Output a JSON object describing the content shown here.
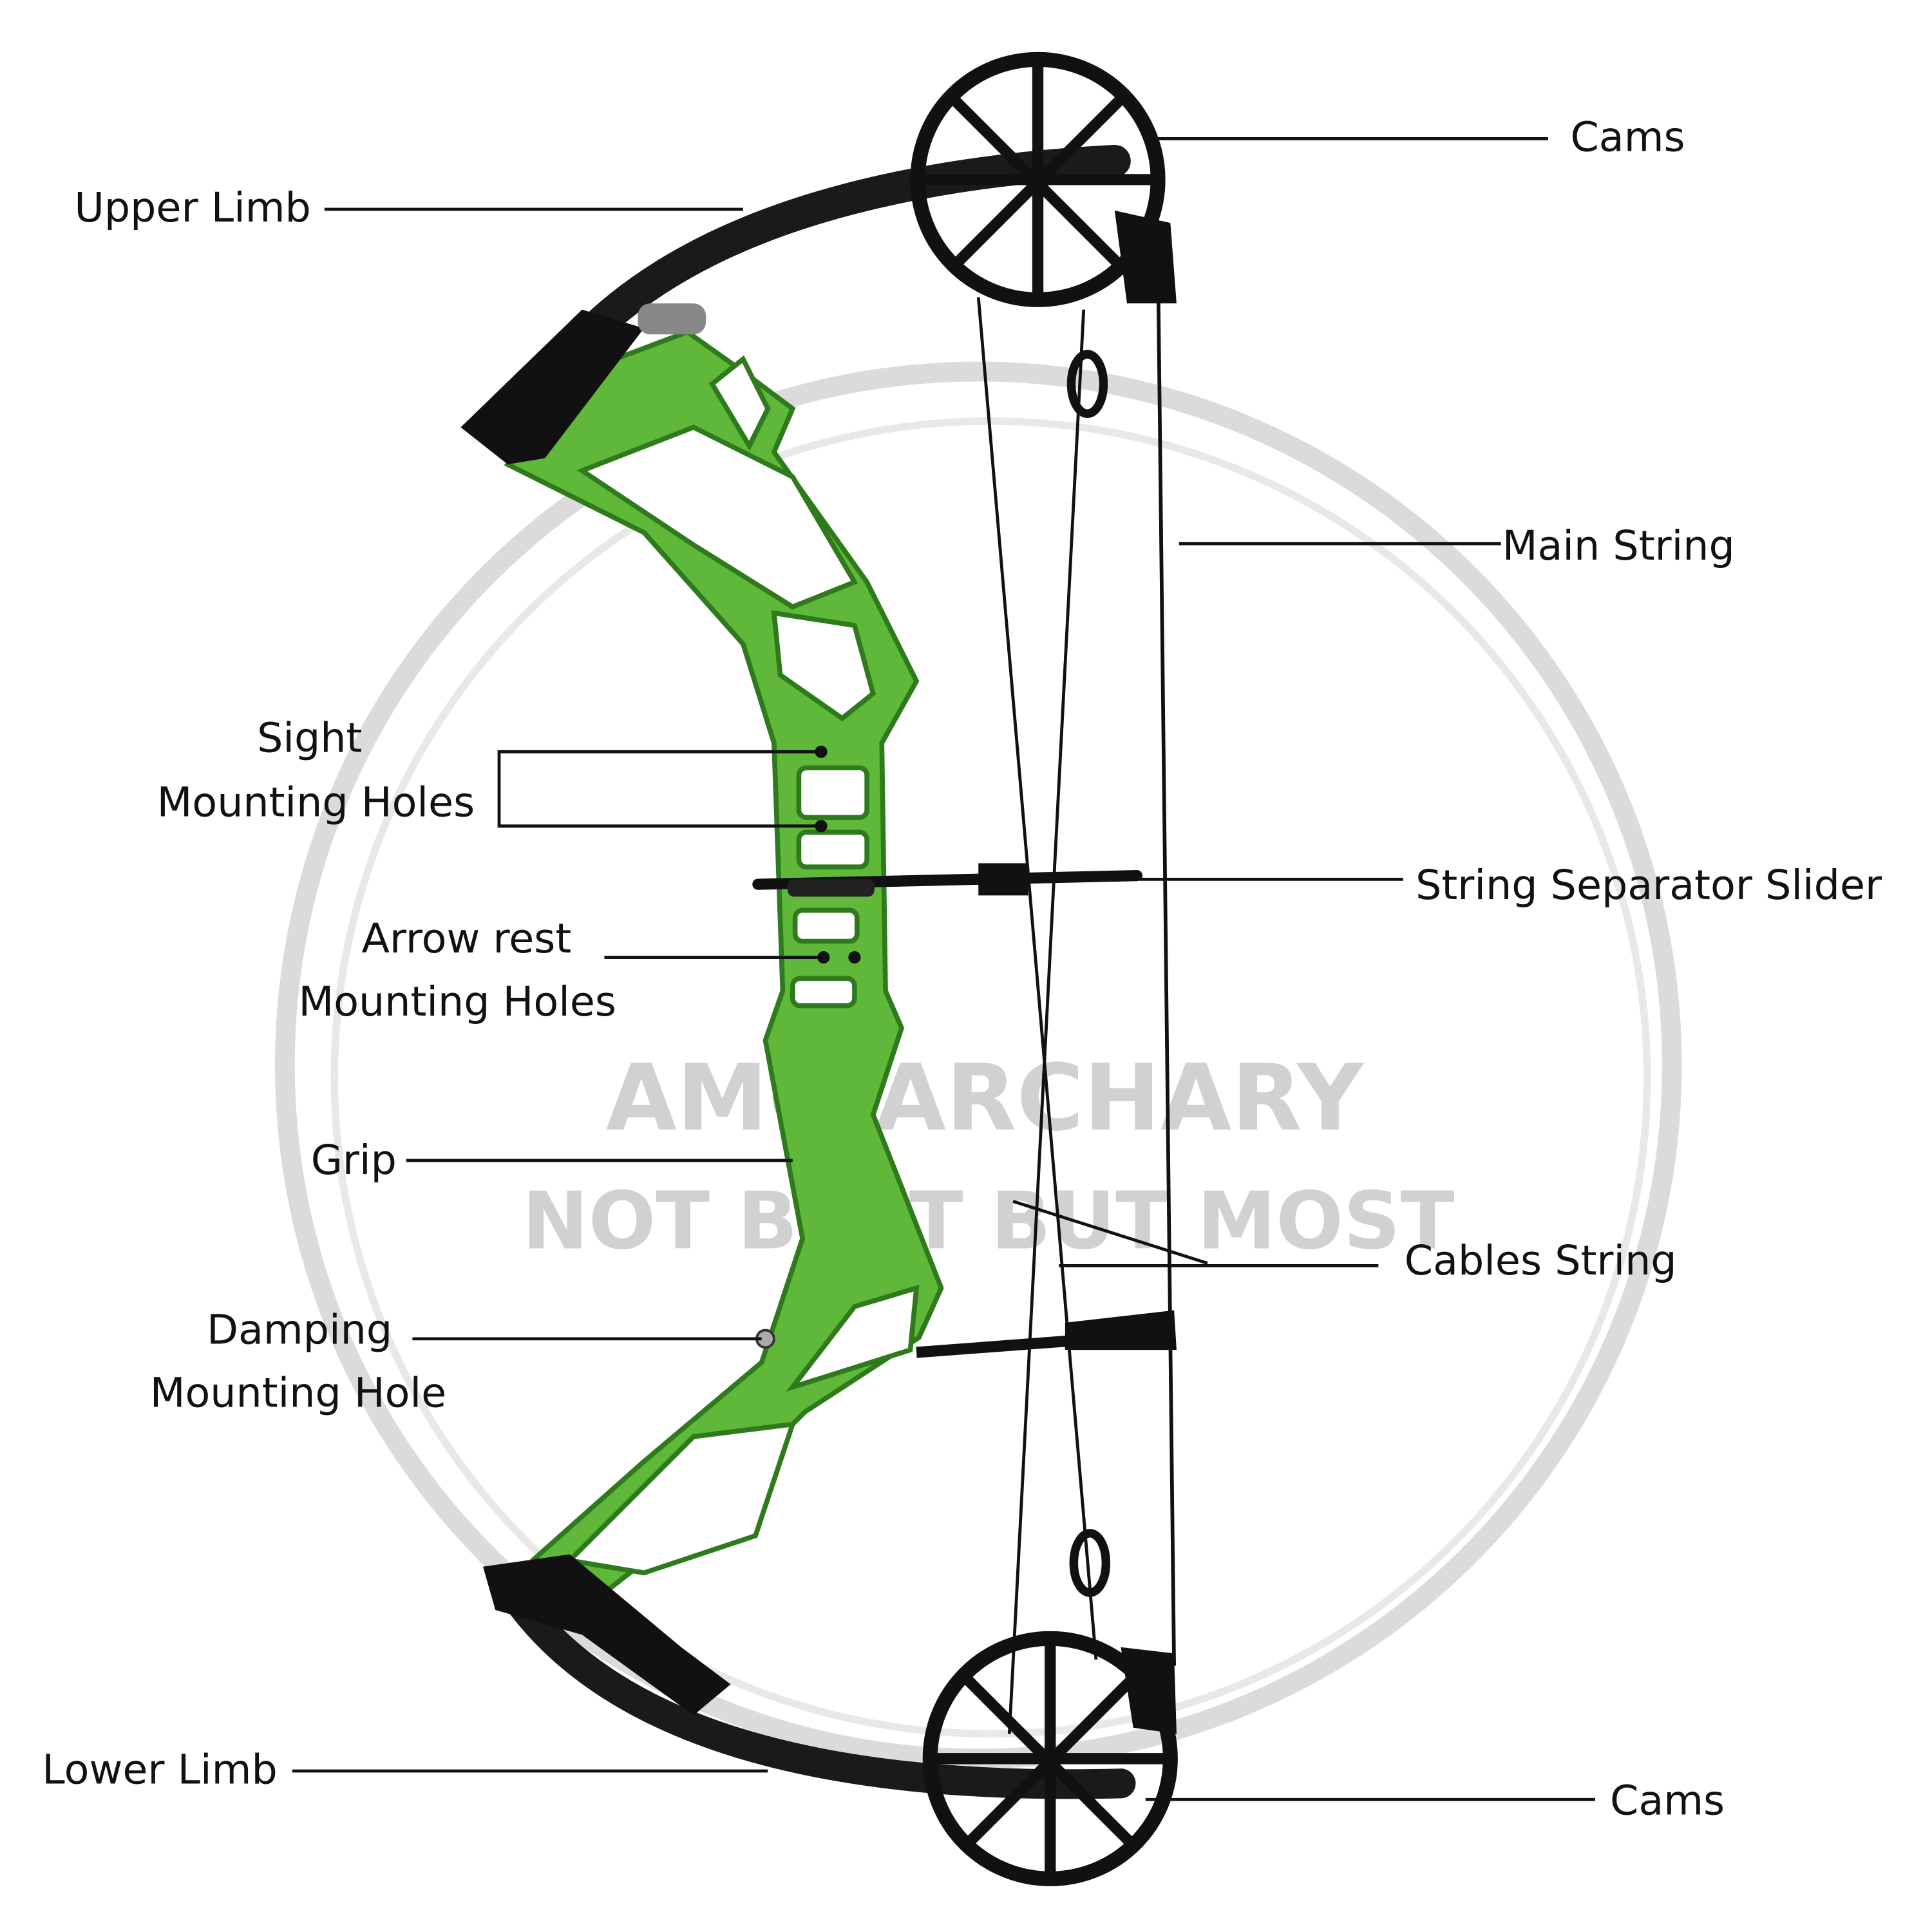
{
  "labels": {
    "cams_top": "Cams",
    "upper_limb": "Upper Limb",
    "main_string": "Main String",
    "sight_line1": "Sight",
    "sight_line2": "Mounting Holes",
    "string_separator": "String Separator Slider",
    "arrow_rest_line1": "Arrow rest",
    "arrow_rest_line2": "Mounting Holes",
    "grip": "Grip",
    "cables_string": "Cables String",
    "damping_line1": "Damping",
    "damping_line2": "Mounting Hole",
    "lower_limb": "Lower Limb",
    "cams_bottom": "Cams"
  },
  "watermark": {
    "line1": "AMG ARCHARY",
    "line2": "NOT BEST BUT MOST"
  },
  "colors": {
    "riser": "#5fb83a",
    "riser_dark": "#2f7a1c",
    "hardware": "#111111",
    "watermark": "#c9c9c9"
  }
}
